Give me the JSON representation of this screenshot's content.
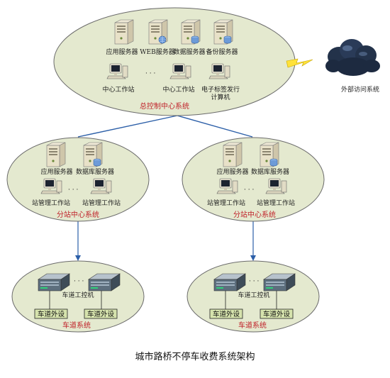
{
  "colors": {
    "ellipse_fill": "#e4e9cf",
    "ellipse_stroke": "#6b6b6b",
    "link_line": "#2c5fa8",
    "system_label": "#c0222a",
    "lightning": "#ffe23a"
  },
  "center": {
    "servers": [
      "应用服务器",
      "WEB服务器",
      "数据服务器",
      "备份服务器"
    ],
    "workstations": [
      "中心工作站",
      "中心工作站",
      "电子标签发行",
      "计算机"
    ],
    "ellipsis": "· · ·",
    "title": "总控制中心系统"
  },
  "external": {
    "label": "外部访问系统",
    "icon": "cloud-icon"
  },
  "substations": [
    {
      "servers": [
        "应用服务器",
        "数据库服务器"
      ],
      "workstations": [
        "站管理工作站",
        "站管理工作站"
      ],
      "ellipsis": "· · ·",
      "title": "分站中心系统"
    },
    {
      "servers": [
        "应用服务器",
        "数据库服务器"
      ],
      "workstations": [
        "站管理工作站",
        "站管理工作站"
      ],
      "ellipsis": "· · ·",
      "title": "分站中心系统"
    }
  ],
  "lanes": [
    {
      "controller": "车道工控机",
      "devices": [
        "车道外设",
        "车道外设"
      ],
      "ellipsis": "· · ·",
      "title": "车道系统"
    },
    {
      "controller": "车道工控机",
      "devices": [
        "车道外设",
        "车道外设"
      ],
      "ellipsis": "· · ·",
      "title": "车道系统"
    }
  ],
  "caption": "城市路桥不停车收费系统架构"
}
